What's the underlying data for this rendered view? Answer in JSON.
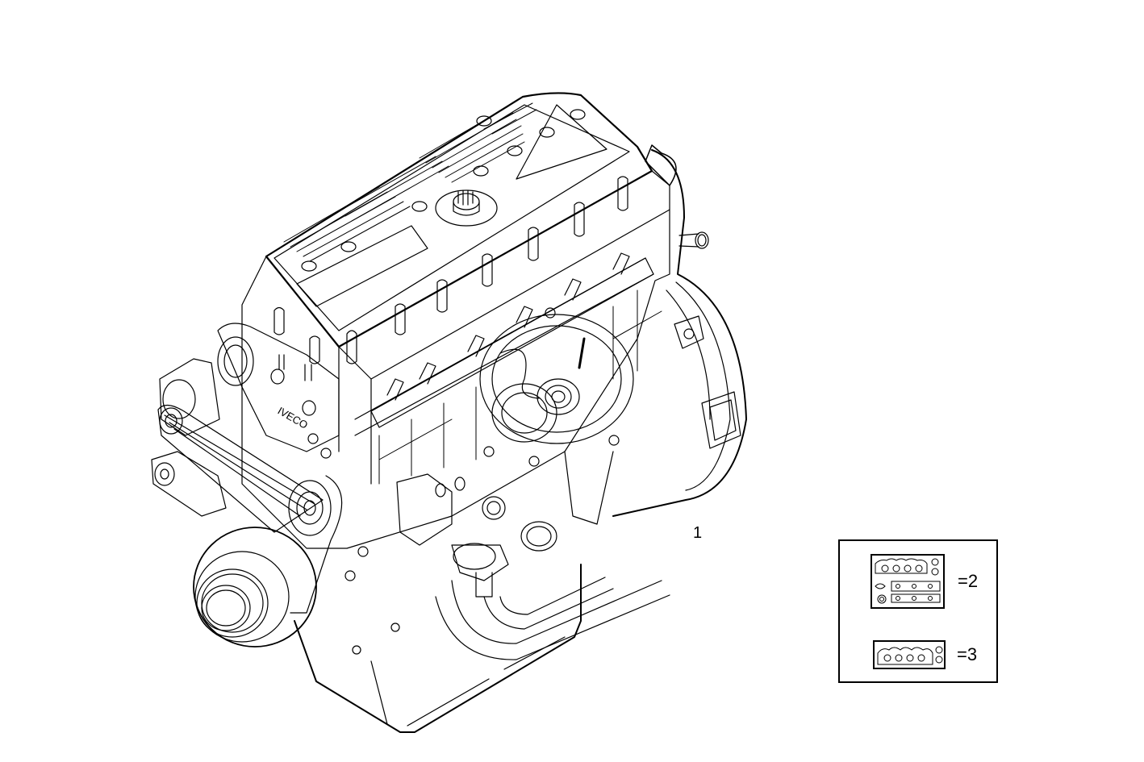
{
  "diagram": {
    "subject": "engine-assembly",
    "brand_mark": "IVECO",
    "line_color": "#000000",
    "background": "#ffffff"
  },
  "callouts": [
    {
      "id": "1",
      "label": "1"
    }
  ],
  "legend": {
    "items": [
      {
        "icon": "gasket-kit-full-icon",
        "label": "=2"
      },
      {
        "icon": "gasket-kit-head-icon",
        "label": "=3"
      }
    ]
  }
}
